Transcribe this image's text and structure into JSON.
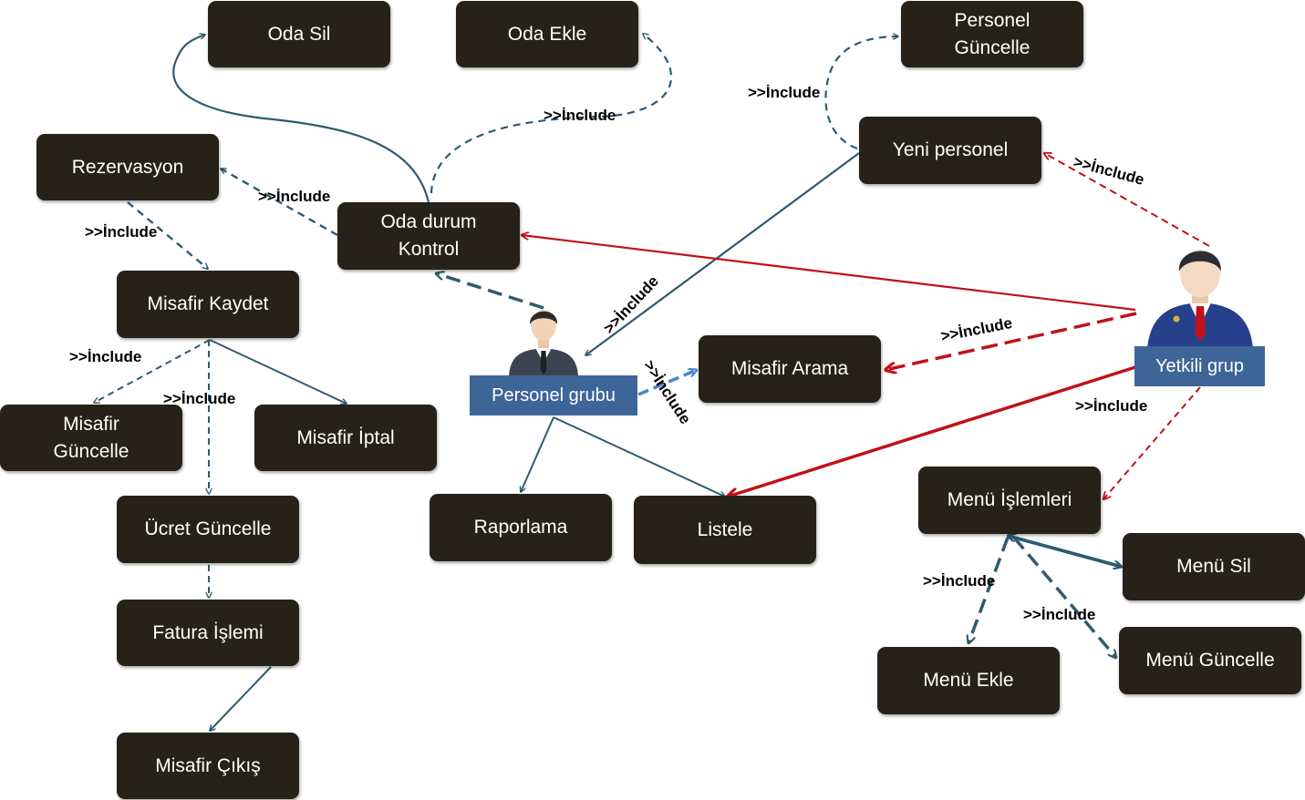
{
  "nodes": {
    "oda_sil": "Oda  Sil",
    "oda_ekle": "Oda  Ekle",
    "personel_guncelle": "Personel\nGüncelle",
    "rezervasyon": "Rezervasyon",
    "oda_durum_kontrol": "Oda durum\nKontrol",
    "yeni_personel": "Yeni personel",
    "misafir_kaydet": "Misafir Kaydet",
    "misafir_arama": "Misafir Arama",
    "misafir_guncelle": "Misafir\nGüncelle",
    "misafir_iptal": "Misafir İptal",
    "ucret_guncelle": "Ücret Güncelle",
    "raporlama": "Raporlama",
    "listele": "Listele",
    "menu_islemleri": "Menü İşlemleri",
    "menu_sil": "Menü Sil",
    "fatura_islemi": "Fatura İşlemi",
    "menu_guncelle": "Menü  Güncelle",
    "menu_ekle": "Menü Ekle",
    "misafir_cikis": "Misafir Çıkış"
  },
  "actors": {
    "personel_grubu": "Personel grubu",
    "yetkili_grup": "Yetkili grup"
  },
  "edge_labels": {
    "include_oda_ekle": ">>İnclude",
    "include_personel_guncelle": ">>İnclude",
    "include_yeni_personel": ">>İnclude",
    "include_rezervasyon": ">>İnclude",
    "include_misafir_kaydet": ">>İnclude",
    "include_personel_yeni": ">>İnclude",
    "include_misafir_arama_yetkili": ">>İnclude",
    "include_misafir_guncelle": ">>İnclude",
    "include_ucret_guncelle": ">>İnclude",
    "include_misafir_arama_personel": ">>İnclude",
    "include_menu_islemleri": ">>İnclude",
    "include_menu_ekle": ">>İnclude",
    "include_menu_guncelle": ">>İnclude"
  },
  "colors": {
    "node_fill": "#262219",
    "actor_label_fill": "#3e6597",
    "teal_line": "#2e5b6e",
    "red_line": "#c0111a",
    "blue_dash": "#4a86c8"
  }
}
